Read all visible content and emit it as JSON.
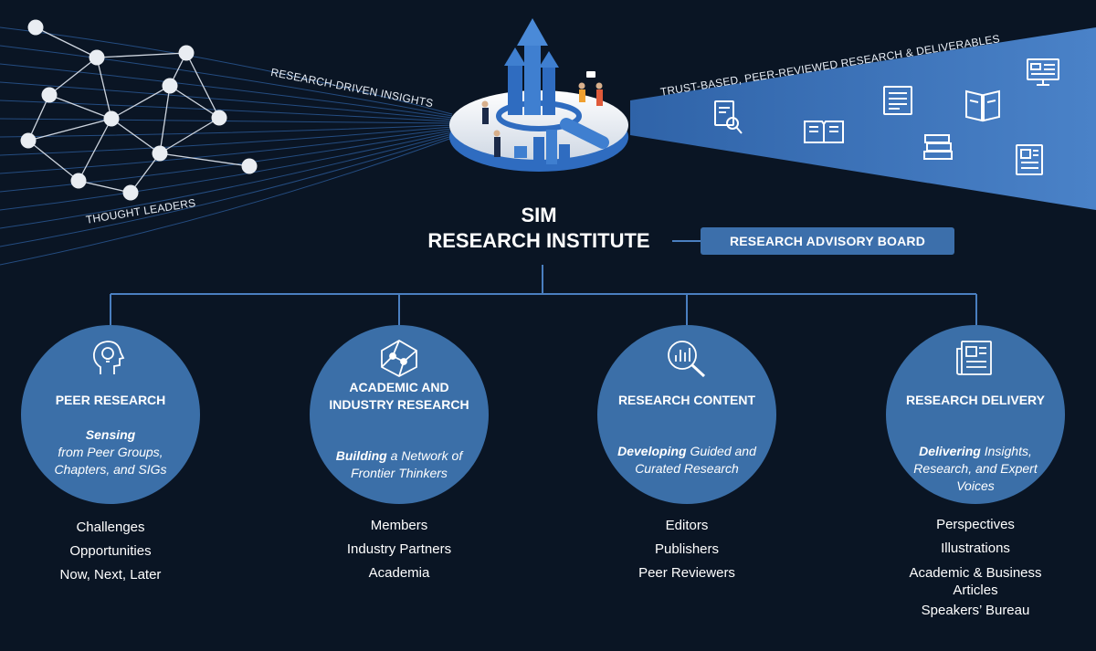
{
  "labels": {
    "insights": "RESEARCH-DRIVEN INSIGHTS",
    "thought_leaders": "THOUGHT LEADERS",
    "trust": "TRUST-BASED, PEER-REVIEWED RESEARCH & DELIVERABLES"
  },
  "title": {
    "line1": "SIM",
    "line2": "RESEARCH INSTITUTE"
  },
  "advisory_board": "RESEARCH ADVISORY BOARD",
  "deliverable_icons": [
    "document-search-icon",
    "open-book-icon",
    "newspaper-icon",
    "magazine-icon",
    "book-stack-icon",
    "web-dashboard-icon",
    "news-article-icon"
  ],
  "pillars": [
    {
      "icon": "head-lightbulb-icon",
      "title": "PEER RESEARCH",
      "desc_bold": "Sensing",
      "desc_rest": "from Peer Groups, Chapters, and SIGs",
      "items": [
        "Challenges",
        "Opportunities",
        "Now, Next, Later"
      ]
    },
    {
      "icon": "network-globe-icon",
      "title": "ACADEMIC AND INDUSTRY RESEARCH",
      "desc_bold": "Building",
      "desc_rest": "a Network of Frontier Thinkers",
      "items": [
        "Members",
        "Industry Partners",
        "Academia"
      ]
    },
    {
      "icon": "chart-magnifier-icon",
      "title": "RESEARCH CONTENT",
      "desc_bold": "Developing",
      "desc_rest": "Guided and Curated Research",
      "items": [
        "Editors",
        "Publishers",
        "Peer Reviewers"
      ]
    },
    {
      "icon": "newspaper-icon",
      "title": "RESEARCH DELIVERY",
      "desc_bold": "Delivering",
      "desc_rest": "Insights, Research, and Expert Voices",
      "items": [
        "Perspectives",
        "Illustrations",
        "Academic & Business Articles",
        "Speakers’ Bureau"
      ]
    }
  ],
  "colors": {
    "background": "#0a1524",
    "accent": "#3b6fa8",
    "line": "#4a7fc0"
  }
}
